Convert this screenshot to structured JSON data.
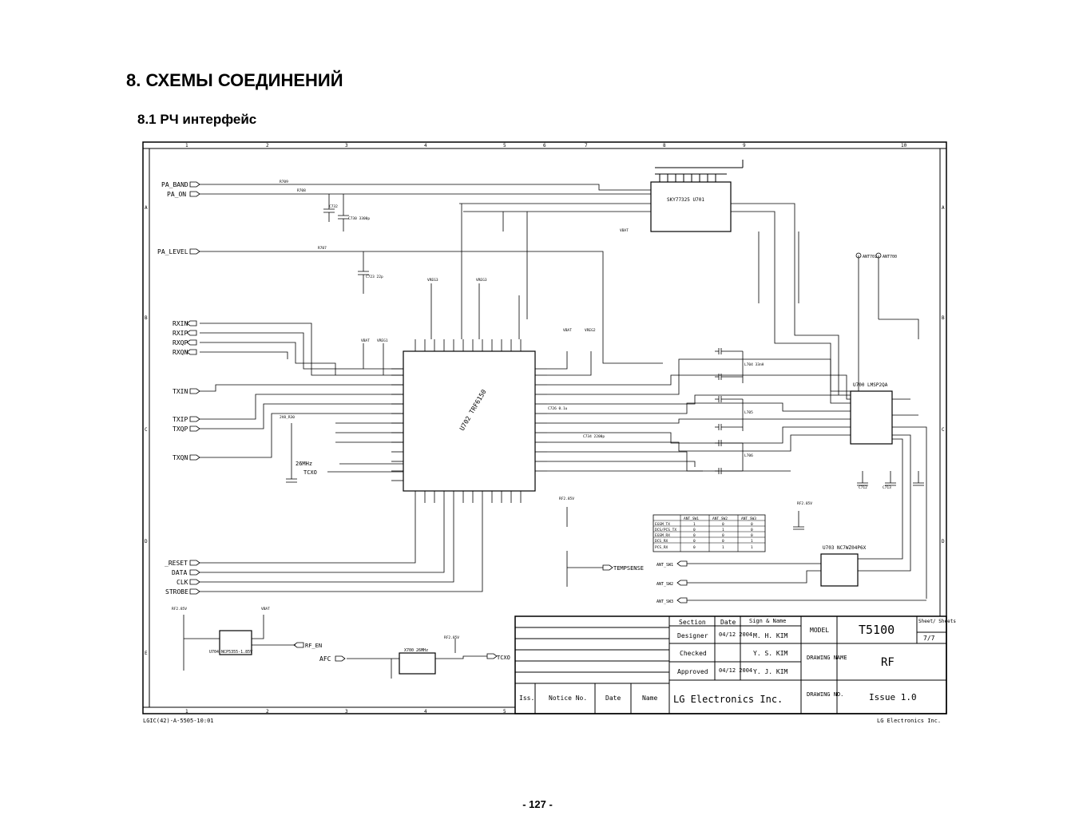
{
  "page": {
    "heading": "8. СХЕМЫ СОЕДИНЕНИЙ",
    "subheading": "8.1 РЧ интерфейс",
    "page_number": "- 127 -"
  },
  "frame": {
    "col_numbers": [
      "1",
      "2",
      "3",
      "4",
      "5",
      "6",
      "7",
      "8",
      "9",
      "10"
    ],
    "row_letters": [
      "A",
      "B",
      "C",
      "D",
      "E"
    ],
    "bottom_col_numbers": [
      "1",
      "2",
      "3",
      "4",
      "5"
    ],
    "bottom_left_code": "LGIC(42)-A-5505-10:01",
    "bottom_right_brand": "LG Electronics Inc."
  },
  "signals_left": {
    "pa_band": "PA_BAND",
    "pa_on": "PA_ON",
    "pa_level": "PA_LEVEL",
    "rxin": "RXIN",
    "rxip": "RXIP",
    "rxqp": "RXQP",
    "rxqn": "RXQN",
    "txin": "TXIN",
    "txip": "TXIP",
    "txqp": "TXQP",
    "txqn": "TXQN",
    "reset": "_RESET",
    "data": "DATA",
    "clk": "CLK",
    "strobe": "STROBE",
    "afc": "AFC"
  },
  "signals_right": {
    "tempsense": "TEMPSENSE",
    "tcxo": "TCXO",
    "rf_en": "RF_EN",
    "ant_sw1": "ANT_SW1",
    "ant_sw2": "ANT_SW2",
    "ant_sw3": "ANT_SW3",
    "ant701": "ANT701",
    "ant700": "ANT700"
  },
  "supply": {
    "vbat": "VBAT",
    "vreg": "VREG2",
    "rf285": "RF2.85V",
    "v28": "2V8_R30",
    "vreg1": "VREG1",
    "vreg3": "VREG3"
  },
  "clock": {
    "freq": "26MHz",
    "tcxo": "TCXO"
  },
  "chips": {
    "main": "U702 TRF6150",
    "pa": "SKY77325 U701",
    "switch": "U700 LMSP2QA",
    "logic": "U703 NC7WZ04P6X",
    "reg": "U704 NCP5355-1.85V",
    "vcxo": "X700 26MHz"
  },
  "switch_table": {
    "headers": [
      "",
      "ANT_SW1",
      "ANT_SW2",
      "ANT_SW3"
    ],
    "rows": [
      [
        "EGSM_TX",
        "1",
        "0",
        "0"
      ],
      [
        "DCS/PCS_TX",
        "0",
        "1",
        "0"
      ],
      [
        "EGSM_RX",
        "0",
        "0",
        "0"
      ],
      [
        "DCS_RX",
        "0",
        "0",
        "1"
      ],
      [
        "PCS_RX",
        "0",
        "1",
        "1"
      ]
    ]
  },
  "title_block": {
    "hdr_section": "Section",
    "hdr_date": "Date",
    "hdr_sign": "Sign & Name",
    "designer": "Designer",
    "designer_date": "04/12 2004",
    "designer_name": "M. H. KIM",
    "checked": "Checked",
    "checked_name": "Y. S. KIM",
    "approved": "Approved",
    "approved_date": "04/12 2004",
    "approved_name": "Y. J. KIM",
    "model_label": "MODEL",
    "model": "T5100",
    "sheet_label": "Sheet/ Sheets",
    "sheet": "7/7",
    "drawing_name_label": "DRAWING NAME",
    "drawing_name": "RF",
    "drawing_no_label": "DRAWING NO.",
    "issue": "Issue 1.0",
    "iss": "Iss.",
    "notice": "Notice No.",
    "date": "Date",
    "name": "Name",
    "company": "LG Electronics Inc."
  },
  "components": {
    "r709": "R709",
    "r708": "R708",
    "r707": "R707",
    "c732": "C732",
    "c730": "C730 3300p",
    "c723": "C723 22p",
    "c726": "C726 0.1u",
    "c734": "C734 2200p",
    "c712": "C712",
    "c713": "C713",
    "l704": "L704 33nH",
    "l705": "L705",
    "l706": "L706"
  }
}
